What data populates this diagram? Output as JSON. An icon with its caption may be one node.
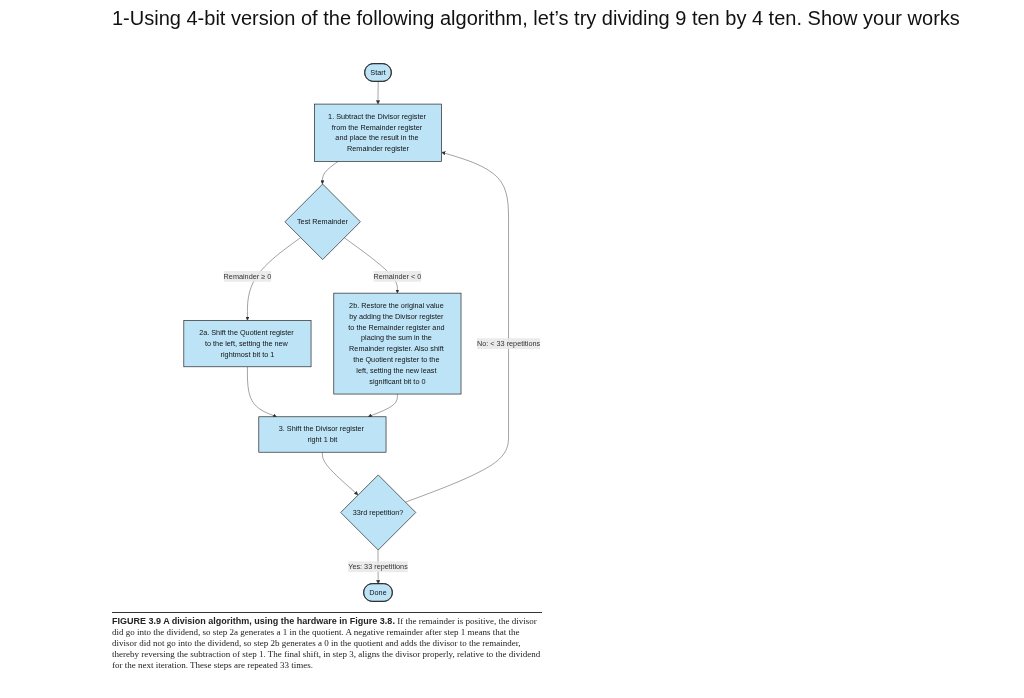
{
  "diagram": {
    "title": "1-Using 4-bit version of the following algorithm, let’s try dividing 9 ten by 4 ten. Show your works",
    "caption": "**FIGURE 3.9 A division algorithm, using the hardware in Figure 3.8.** If the remainder is positive, the divisor did go into the dividend, so step 2a generates a 1 in the quotient. A negative remainder after step 1 means that the divisor did not go into the dividend, so step 2b generates a 0 in the quotient and adds the divisor to the remainder, thereby reversing the subtraction of step 1. The final shift, in step 3, aligns the divisor properly, relative to the dividend for the next iteration. These steps are repeated 33 times.",
    "nodes": [
      {
        "text": [
          "Start"
        ]
      },
      {
        "text": [
          "1. Subtract the Divisor register from the Remainder register and place the result in the Remainder register"
        ]
      },
      {
        "text": [
          "Test Remainder"
        ]
      },
      {
        "text": [
          "2a. Shift the Quotient register to the left, setting the new rightmost bit to 1"
        ]
      },
      {
        "text": [
          "2b. Restore the original value by adding the Divisor register to the Remainder register and placing the sum in the Remainder register. Also shift the Quotient register to the left, setting the new least significant bit to 0"
        ]
      },
      {
        "text": [
          "3. Shift the Divisor register right 1 bit"
        ]
      },
      {
        "text": [
          "33rd repetition?"
        ]
      },
      {
        "text": [
          "Done"
        ]
      }
    ],
    "edges": [
      {
        "from": 0,
        "to": 1,
        "arrow": "to"
      },
      {
        "from": 1,
        "to": 2,
        "arrow": "to"
      },
      {
        "from": 2,
        "to": 3,
        "label": "Remainder ≥ 0",
        "arrow": "to"
      },
      {
        "from": 2,
        "to": 4,
        "label": "Remainder < 0",
        "arrow": "to"
      },
      {
        "from": 3,
        "to": 5,
        "arrow": "to"
      },
      {
        "from": 4,
        "to": 5,
        "arrow": "to"
      },
      {
        "from": 5,
        "to": 6,
        "arrow": "to"
      },
      {
        "from": 6,
        "to": 1,
        "label": "No: < 33 repetitions",
        "arrow": "to"
      },
      {
        "from": 6,
        "to": 7,
        "label": "Yes: 33 repetitions",
        "arrow": "to"
      }
    ]
  }
}
